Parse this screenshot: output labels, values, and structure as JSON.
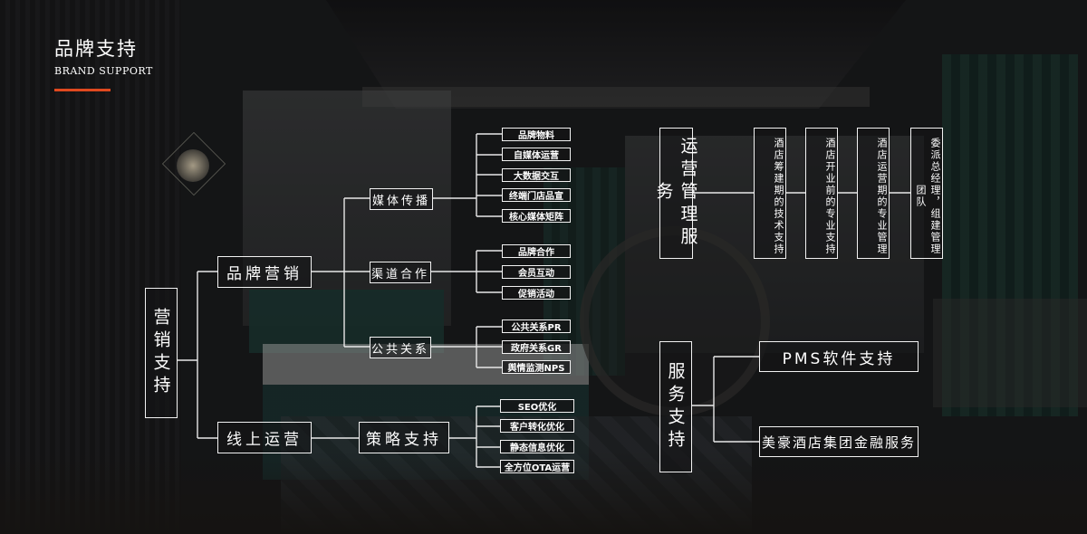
{
  "header": {
    "title": "品牌支持",
    "subtitle": "BRAND SUPPORT"
  },
  "colors": {
    "accent": "#e0491f",
    "line": "#e8e8e8"
  },
  "marketing": {
    "root": "营销支持",
    "brand_marketing": "品牌营销",
    "online_ops": "线上运营",
    "media": {
      "label": "媒体传播",
      "items": [
        "品牌物料",
        "自媒体运营",
        "大数据交互",
        "终端门店品宣",
        "核心媒体矩阵"
      ]
    },
    "channel": {
      "label": "渠道合作",
      "items": [
        "品牌合作",
        "会员互动",
        "促销活动"
      ]
    },
    "pr": {
      "label": "公共关系",
      "items": [
        "公共关系PR",
        "政府关系GR",
        "舆情监测NPS"
      ]
    },
    "strategy": {
      "label": "策略支持",
      "items": [
        "SEO优化",
        "客户转化优化",
        "静态信息优化",
        "全方位OTA运营"
      ]
    }
  },
  "operations": {
    "root": "运营管理服务",
    "steps": [
      "酒店筹建期的技术支持",
      "酒店开业前的专业支持",
      "酒店运营期的专业管理",
      "委派总经理，组建管理团队"
    ]
  },
  "services": {
    "root": "服务支持",
    "items": [
      "PMS软件支持",
      "美豪酒店集团金融服务"
    ]
  }
}
